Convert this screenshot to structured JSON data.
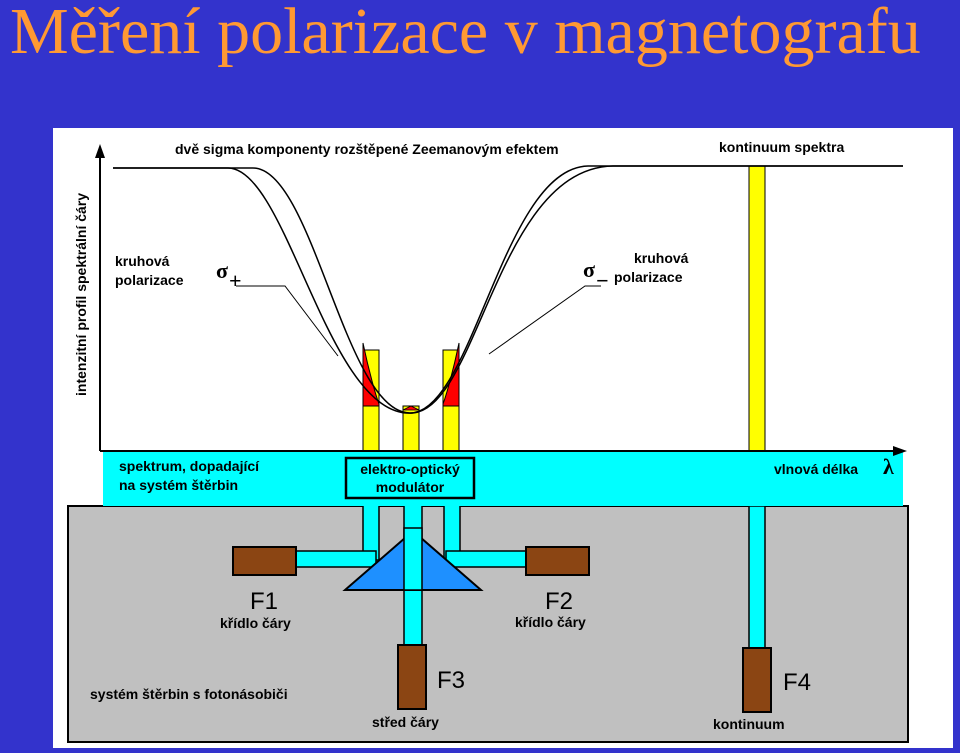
{
  "title": "Měření polarizace v magnetografu",
  "labels": {
    "sigma_components": "dvě sigma komponenty rozštěpené Zeemanovým efektem",
    "continuum_spectrum": "kontinuum spektra",
    "y_axis": "intenzitní profil spektrální čáry",
    "circ_left_1": "kruhová",
    "circ_left_2": "polarizace",
    "circ_right_1": "kruhová",
    "circ_right_2": "polarizace",
    "sigma_plus_sym": "σ",
    "sigma_plus_sub": "+",
    "sigma_minus_sym": "σ",
    "sigma_minus_sub": "−",
    "spectrum_1": "spektrum, dopadající",
    "spectrum_2": "na systém štěrbin",
    "modulator_1": "elektro-optický",
    "modulator_2": "modulátor",
    "wavelength": "vlnová délka",
    "lambda": "λ",
    "slit_system": "systém štěrbin s fotonásobiči"
  },
  "filters": {
    "f1": {
      "name": "F1",
      "desc": "křídlo čáry"
    },
    "f2": {
      "name": "F2",
      "desc": "křídlo čáry"
    },
    "f3": {
      "name": "F3",
      "desc": "střed čáry"
    },
    "f4": {
      "name": "F4",
      "desc": "kontinuum"
    }
  },
  "colors": {
    "background": "#3333cc",
    "title": "#ff9933",
    "cyan": "#00ffff",
    "yellow": "#ffff00",
    "red": "#ff0000",
    "prism": "#1e90ff",
    "gray": "#c0c0c0",
    "filter": "#8b4513"
  }
}
